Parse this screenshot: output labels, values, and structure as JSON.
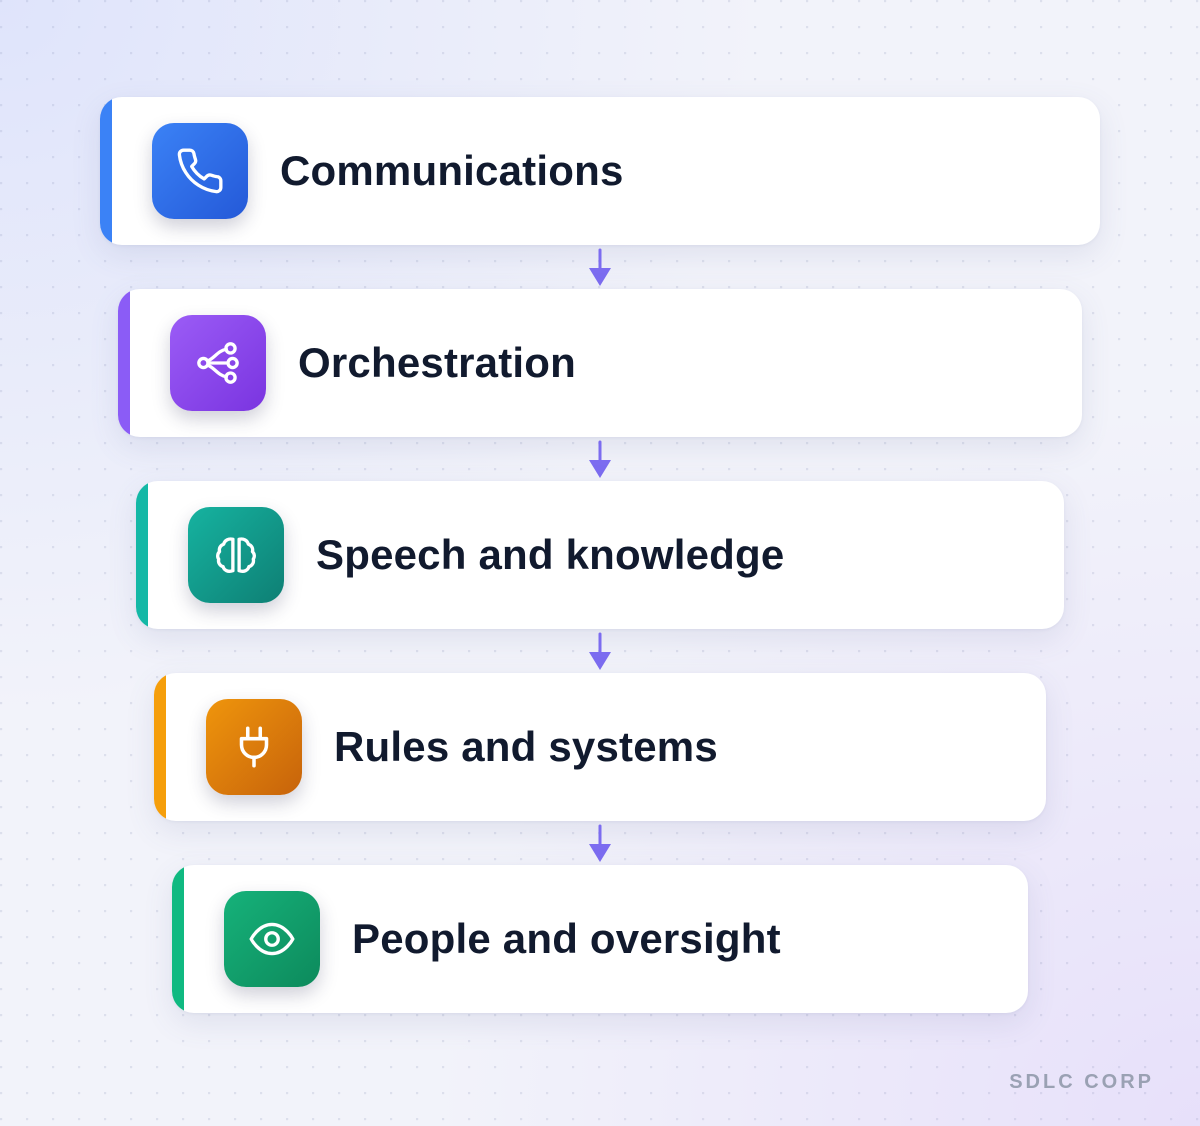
{
  "steps": [
    {
      "label": "Communications",
      "icon": "phone-icon",
      "accent_color": "#3b82f6",
      "tile_gradient": [
        "#3b82f6",
        "#2459d8"
      ]
    },
    {
      "label": "Orchestration",
      "icon": "network-icon",
      "accent_color": "#8b5cf6",
      "tile_gradient": [
        "#9b5cf6",
        "#7a34e0"
      ]
    },
    {
      "label": "Speech and knowledge",
      "icon": "brain-icon",
      "accent_color": "#14b8a6",
      "tile_gradient": [
        "#16b3a0",
        "#0e7f74"
      ]
    },
    {
      "label": "Rules and systems",
      "icon": "plug-icon",
      "accent_color": "#f59e0b",
      "tile_gradient": [
        "#ef950c",
        "#c7630b"
      ]
    },
    {
      "label": "People and oversight",
      "icon": "eye-icon",
      "accent_color": "#10b981",
      "tile_gradient": [
        "#16b27a",
        "#0d8a5c"
      ]
    }
  ],
  "connector_color": "#7c6cf0",
  "watermark": "SDLC CORP"
}
